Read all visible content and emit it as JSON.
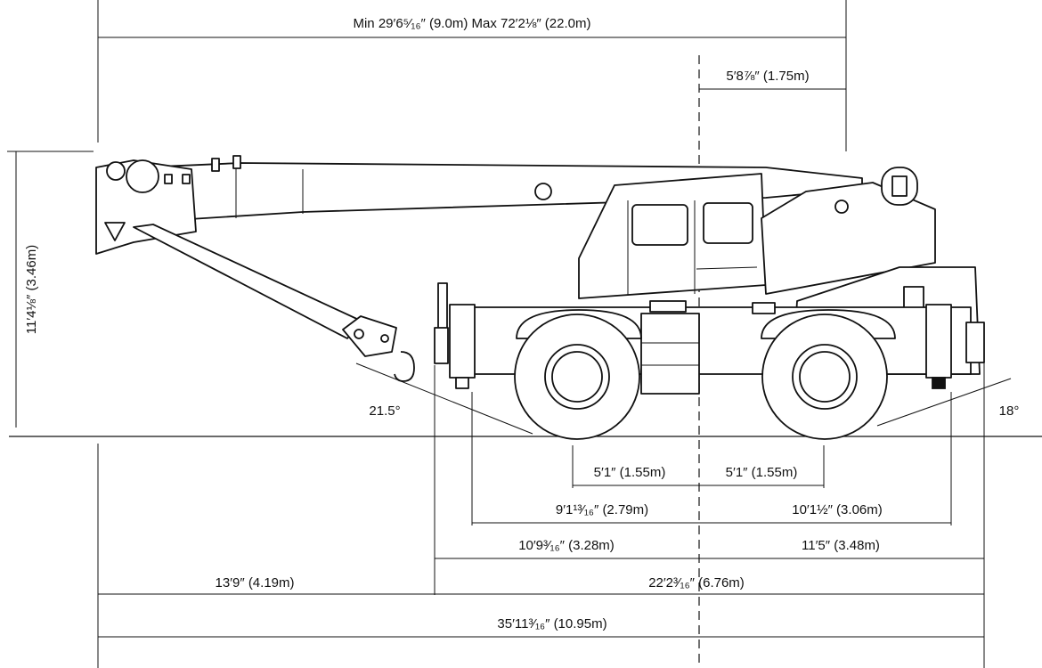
{
  "dimensions": {
    "boom_reach": "Min 29′6⁵⁄₁₆″ (9.0m) Max 72′2⅛″ (22.0m)",
    "rear_overhang_from_center": "5′8⅞″ (1.75m)",
    "overall_height": "11′4⅛″ (3.46m)",
    "approach_angle": "21.5°",
    "departure_angle": "18°",
    "front_wheelbase_half": "5′1″ (1.55m)",
    "rear_wheelbase_half": "5′1″ (1.55m)",
    "front_outrigger": "9′1¹³⁄₁₆″ (2.79m)",
    "rear_outrigger": "10′1½″ (3.06m)",
    "front_to_center": "10′9³⁄₁₆″ (3.28m)",
    "rear_to_center": "11′5″ (3.48m)",
    "boom_front_overhang": "13′9″ (4.19m)",
    "carrier_length": "22′2³⁄₁₆″ (6.76m)",
    "overall_length": "35′11³⁄₁₆″ (10.95m)"
  }
}
